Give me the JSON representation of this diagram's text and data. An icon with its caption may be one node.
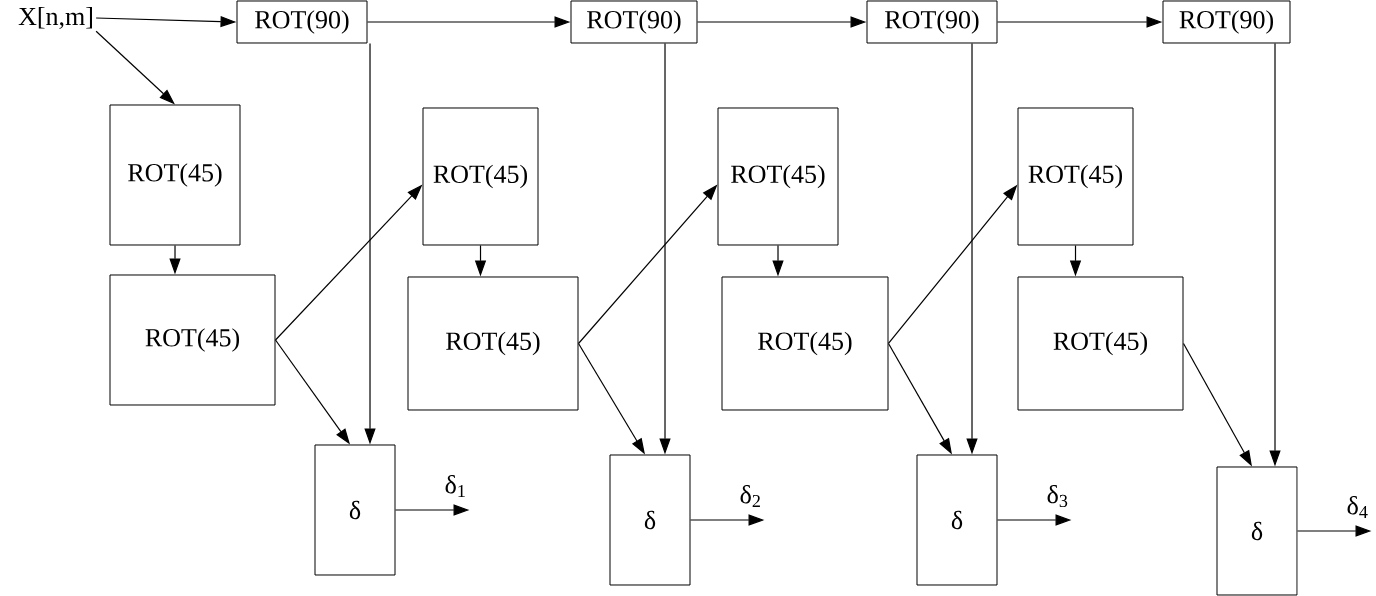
{
  "diagram": {
    "nodes": [
      {
        "text": [
          "X[n,m]"
        ]
      },
      {
        "text": [
          "ROT(90)"
        ]
      },
      {
        "text": [
          "ROT(90)"
        ]
      },
      {
        "text": [
          "ROT(90)"
        ]
      },
      {
        "text": [
          "ROT(90)"
        ]
      },
      {
        "text": [
          "ROT(45)"
        ]
      },
      {
        "text": [
          "ROT(45)"
        ]
      },
      {
        "text": [
          "δ"
        ]
      },
      {
        "text": [
          "ROT(45)"
        ]
      },
      {
        "text": [
          "ROT(45)"
        ]
      },
      {
        "text": [
          "δ"
        ]
      },
      {
        "text": [
          "ROT(45)"
        ]
      },
      {
        "text": [
          "ROT(45)"
        ]
      },
      {
        "text": [
          "δ"
        ]
      },
      {
        "text": [
          "ROT(45)"
        ]
      },
      {
        "text": [
          "ROT(45)"
        ]
      },
      {
        "text": [
          "δ"
        ]
      }
    ],
    "edges": [
      {
        "from": 0,
        "to": 1,
        "arrow": "to"
      },
      {
        "from": 1,
        "to": 2,
        "arrow": "to"
      },
      {
        "from": 2,
        "to": 3,
        "arrow": "to"
      },
      {
        "from": 3,
        "to": 4,
        "arrow": "to"
      },
      {
        "from": 0,
        "to": 5,
        "arrow": "to"
      },
      {
        "from": 5,
        "to": 6,
        "arrow": "to"
      },
      {
        "from": 6,
        "to": 7,
        "arrow": "to"
      },
      {
        "from": 1,
        "to": 7,
        "arrow": "to"
      },
      {
        "from": 7,
        "to": null,
        "arrow": "to",
        "label": "δ$_{1}$"
      },
      {
        "from": 6,
        "to": 8,
        "arrow": "to"
      },
      {
        "from": 8,
        "to": 9,
        "arrow": "to"
      },
      {
        "from": 9,
        "to": 10,
        "arrow": "to"
      },
      {
        "from": 2,
        "to": 10,
        "arrow": "to"
      },
      {
        "from": 10,
        "to": null,
        "arrow": "to",
        "label": "δ$_{2}$"
      },
      {
        "from": 9,
        "to": 11,
        "arrow": "to"
      },
      {
        "from": 11,
        "to": 12,
        "arrow": "to"
      },
      {
        "from": 12,
        "to": 13,
        "arrow": "to"
      },
      {
        "from": 3,
        "to": 13,
        "arrow": "to"
      },
      {
        "from": 13,
        "to": null,
        "arrow": "to",
        "label": "δ$_{3}$"
      },
      {
        "from": 12,
        "to": 14,
        "arrow": "to"
      },
      {
        "from": 14,
        "to": 15,
        "arrow": "to"
      },
      {
        "from": 15,
        "to": 16,
        "arrow": "to"
      },
      {
        "from": 4,
        "to": 16,
        "arrow": "to"
      },
      {
        "from": 16,
        "to": null,
        "arrow": "to",
        "label": "δ$_{4}$"
      }
    ]
  }
}
